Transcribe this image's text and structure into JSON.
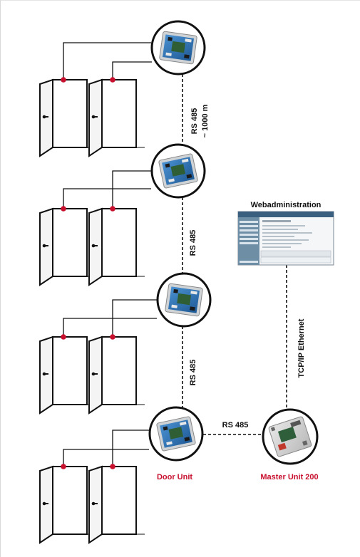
{
  "labels": {
    "rs485_top": "RS 485",
    "distance": "~ 1000 m",
    "rs485_2": "RS 485",
    "rs485_3": "RS 485",
    "rs485_horizontal": "RS 485",
    "tcp_ip": "TCP/IP Ethernet",
    "webadmin_title": "Webadministration",
    "door_unit": "Door Unit",
    "master_unit": "Master Unit 200"
  },
  "colors": {
    "accent_red": "#c8102e",
    "line": "#1a1a1a",
    "board_blue": "#2a6fb0"
  }
}
